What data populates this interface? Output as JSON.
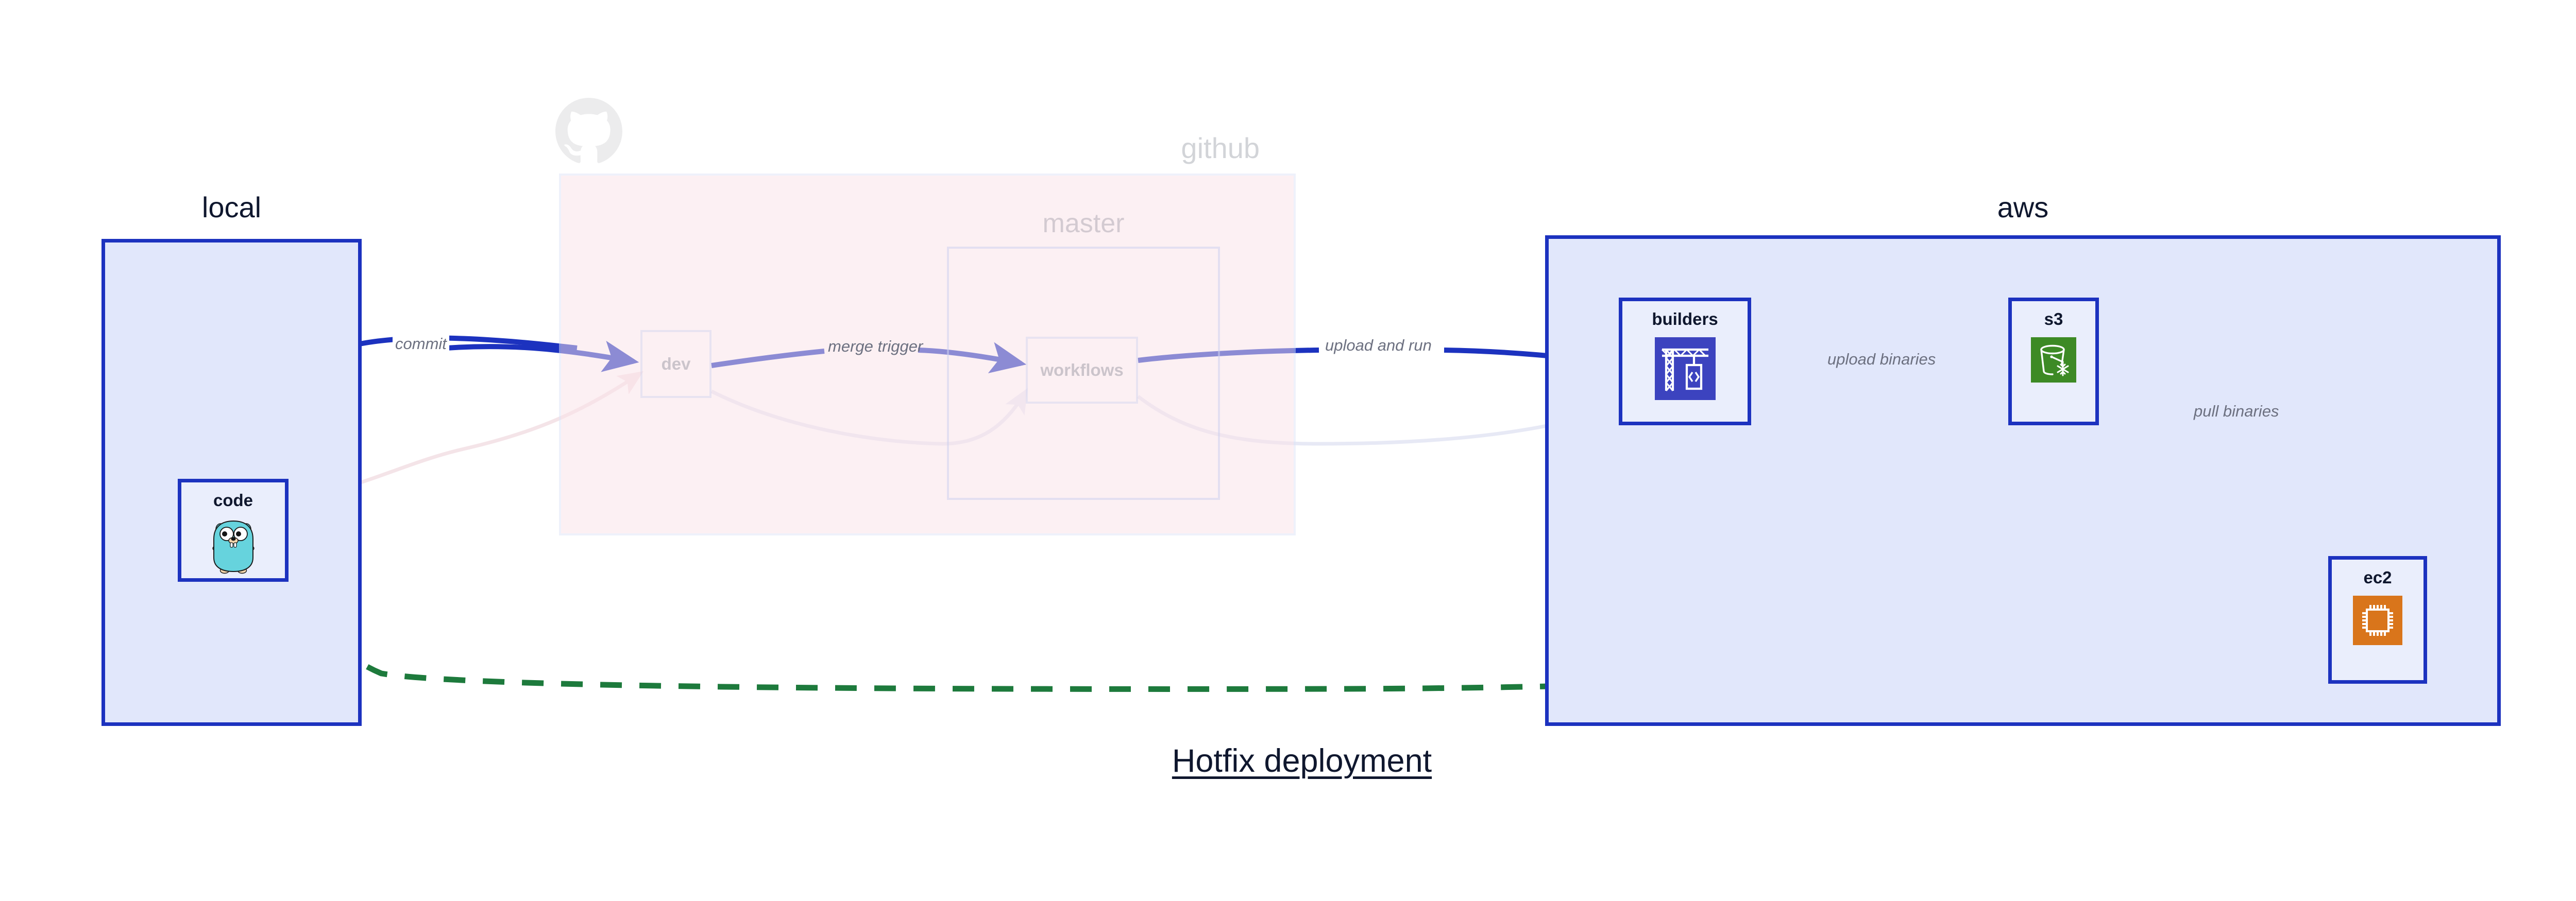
{
  "title": "Hotfix deployment",
  "colors": {
    "cluster_border_blue": "#1c32bf",
    "cluster_fill_blue": "#e1e7fb",
    "cluster_fill_pink": "#fbe3e9",
    "node_fill": "#eaeefc",
    "edge_blue": "#1c32bf",
    "edge_green": "#1d7a3c",
    "edge_label": "#6c7080",
    "text_dark": "#0f172e",
    "icon_codebuild_bg": "#3c43bf",
    "icon_s3_bg": "#3d8a25",
    "icon_ec2_bg": "#d9751b",
    "icon_gopher_body": "#66d3dd"
  },
  "clusters": [
    {
      "id": "local",
      "label": "local",
      "faded": false
    },
    {
      "id": "github",
      "label": "github",
      "faded": true
    },
    {
      "id": "master",
      "label": "master",
      "faded": true
    },
    {
      "id": "aws",
      "label": "aws",
      "faded": false
    }
  ],
  "nodes": [
    {
      "id": "code",
      "label": "code",
      "icon": "go-gopher-icon",
      "faded": false
    },
    {
      "id": "dev",
      "label": "dev",
      "icon": null,
      "faded": true
    },
    {
      "id": "workflows",
      "label": "workflows",
      "icon": null,
      "faded": true
    },
    {
      "id": "builders",
      "label": "builders",
      "icon": "aws-codebuild-icon",
      "faded": false
    },
    {
      "id": "s3",
      "label": "s3",
      "icon": "aws-s3-glacier-icon",
      "faded": false
    },
    {
      "id": "ec2",
      "label": "ec2",
      "icon": "aws-ec2-icon",
      "faded": false
    }
  ],
  "edges": [
    {
      "id": "code-dev",
      "label": "commit",
      "from": "code",
      "to": "dev",
      "style": "solid",
      "color": "#1c32bf",
      "faded": false
    },
    {
      "id": "dev-workflows",
      "label": "merge trigger",
      "from": "dev",
      "to": "workflows",
      "style": "solid",
      "color": "#1c32bf",
      "faded": false
    },
    {
      "id": "workflows-build",
      "label": "upload and run",
      "from": "workflows",
      "to": "builders",
      "style": "solid",
      "color": "#1c32bf",
      "faded": false
    },
    {
      "id": "build-s3",
      "label": "upload binaries",
      "from": "builders",
      "to": "s3",
      "style": "solid",
      "color": "#1c32bf",
      "faded": false
    },
    {
      "id": "s3-ec2",
      "label": "pull binaries",
      "from": "s3",
      "to": "ec2",
      "style": "solid",
      "color": "#1c32bf",
      "faded": false
    },
    {
      "id": "code-ec2",
      "label": "",
      "from": "code",
      "to": "ec2",
      "style": "dashed",
      "color": "#1d7a3c",
      "faded": false
    },
    {
      "id": "faded-code-dev",
      "label": "",
      "from": "code",
      "to": "dev",
      "style": "solid",
      "color": "#e8c6cf",
      "faded": true
    },
    {
      "id": "faded-dev-wf",
      "label": "",
      "from": "dev",
      "to": "workflows",
      "style": "solid",
      "color": "#d5d7ee",
      "faded": true
    },
    {
      "id": "faded-wf-build",
      "label": "",
      "from": "workflows",
      "to": "builders",
      "style": "solid",
      "color": "#d5d7ee",
      "faded": true
    }
  ],
  "edge_labels": {
    "commit": "commit",
    "merge_trigger": "merge trigger",
    "upload_and_run": "upload and run",
    "upload_binaries": "upload binaries",
    "pull_binaries": "pull binaries"
  },
  "icons": {
    "github_logo": "github-octocat-icon"
  }
}
